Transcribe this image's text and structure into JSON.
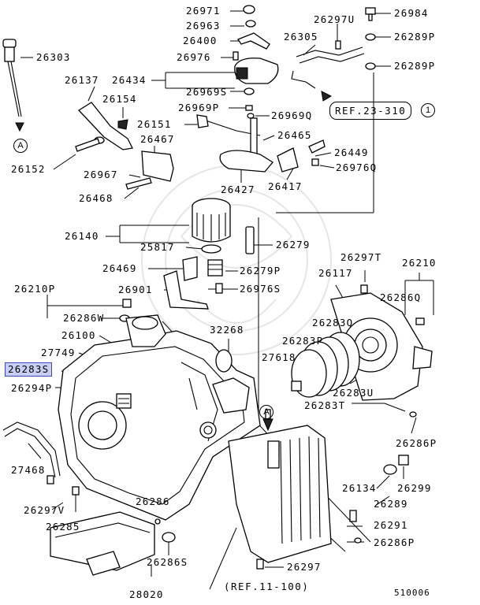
{
  "diagram": {
    "labels": {
      "p26971": "26971",
      "p26963": "26963",
      "p26400": "26400",
      "p26976": "26976",
      "p26434": "26434",
      "p26969s": "26969S",
      "p26969p": "26969P",
      "p26969q": "26969Q",
      "p26297u": "26297U",
      "p26984": "26984",
      "p26305": "26305",
      "p26289p_a": "26289P",
      "p26289p_b": "26289P",
      "p26303": "26303",
      "p26137": "26137",
      "p26154": "26154",
      "p26151": "26151",
      "p26465": "26465",
      "p26467": "26467",
      "p26449": "26449",
      "p26976q": "26976Q",
      "p26152": "26152",
      "p26967": "26967",
      "p26417": "26417",
      "p26427": "26427",
      "p26468": "26468",
      "p26140": "26140",
      "p25817": "25817",
      "p26279": "26279",
      "p26297t": "26297T",
      "p26210": "26210",
      "p26469": "26469",
      "p26279p": "26279P",
      "p26117": "26117",
      "p26210p": "26210P",
      "p26901": "26901",
      "p26976s": "26976S",
      "p26286q": "26286Q",
      "p26286w": "26286W",
      "p26283q": "26283Q",
      "p26100": "26100",
      "p32268": "32268",
      "p26283p": "26283P",
      "p27749": "27749",
      "p27618": "27618",
      "p26283s": "26283S",
      "p26283u": "26283U",
      "p26294p": "26294P",
      "p26283t": "26283T",
      "p26286p_a": "26286P",
      "p27468": "27468",
      "p26134": "26134",
      "p26299": "26299",
      "p26286": "26286",
      "p26289": "26289",
      "p26297v": "26297V",
      "p26291": "26291",
      "p26285": "26285",
      "p26286p_b": "26286P",
      "p26286s": "26286S",
      "p26297": "26297",
      "p28020": "28020"
    },
    "references": {
      "ref_23": "REF.23-310",
      "ref_23_circle": "1",
      "ref_11": "(REF.11-100)"
    },
    "markers": {
      "arrow_a_left": "A",
      "arrow_a_right": "A"
    },
    "drawing_code": "510006",
    "highlight_color": "#c9cef4"
  }
}
